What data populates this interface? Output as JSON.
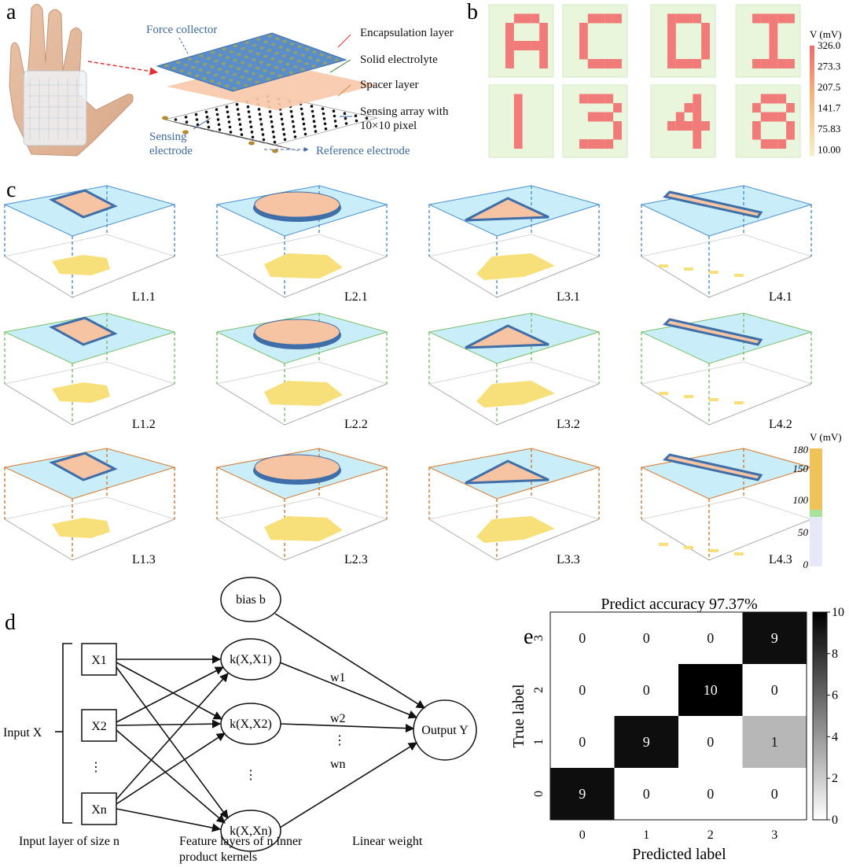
{
  "panels": {
    "a": "a",
    "b": "b",
    "c": "c",
    "d": "d",
    "e": "e"
  },
  "panel_a": {
    "force_collector": "Force collector",
    "encapsulation": "Encapsulation layer",
    "solid_electrolyte": "Solid electrolyte",
    "spacer": "Spacer layer",
    "array_line1": "Sensing array with",
    "array_line2": "10×10 pixel",
    "sensing_line1": "Sensing",
    "sensing_line2": "electrode",
    "reference": "Reference electrode"
  },
  "panel_b": {
    "letters": [
      "A",
      "C",
      "D",
      "I",
      "1",
      "3",
      "4",
      "8"
    ],
    "colorbar_title": "V (mV)",
    "colorbar_ticks": [
      "326.0",
      "273.3",
      "207.5",
      "141.7",
      "75.83",
      "10.00"
    ],
    "colors": {
      "tile_bg": "#e9f6dc",
      "pixel": "#f07b78"
    }
  },
  "panel_c": {
    "labels": [
      "L1.1",
      "L2.1",
      "L3.1",
      "L4.1",
      "L1.2",
      "L2.2",
      "L3.2",
      "L4.2",
      "L1.3",
      "L2.3",
      "L3.3",
      "L4.3"
    ],
    "row_colors": [
      "#4a8fd0",
      "#7ac16a",
      "#d9782c"
    ],
    "colorbar_title": "V (mV)",
    "colorbar_ticks": [
      "180",
      "150",
      "100",
      "50",
      "0"
    ]
  },
  "panel_d": {
    "bias": "bias b",
    "inputs": [
      "X1",
      "X2",
      "Xn"
    ],
    "kernels": [
      "k(X,X1)",
      "k(X,X2)",
      "k(X,Xn)"
    ],
    "weights": [
      "w1",
      "w2",
      "wn"
    ],
    "output": "Output Y",
    "input_x": "Input X",
    "footer_input": "Input layer of  size n",
    "footer_feature1": "Feature layers of n inner",
    "footer_feature2": "product kernels",
    "footer_weight": "Linear weight"
  },
  "chart_data": {
    "type": "heatmap",
    "title": "Predict accuracy 97.37%",
    "xlabel": "Predicted label",
    "ylabel": "True label",
    "x_categories": [
      "0",
      "1",
      "2",
      "3"
    ],
    "y_categories": [
      "0",
      "1",
      "2",
      "3"
    ],
    "matrix": [
      [
        9,
        0,
        0,
        0
      ],
      [
        0,
        9,
        0,
        1
      ],
      [
        0,
        0,
        10,
        0
      ],
      [
        0,
        0,
        0,
        9
      ]
    ],
    "colorbar_range": [
      0,
      10
    ],
    "colorbar_ticks": [
      "0",
      "2",
      "4",
      "6",
      "8",
      "10"
    ]
  }
}
